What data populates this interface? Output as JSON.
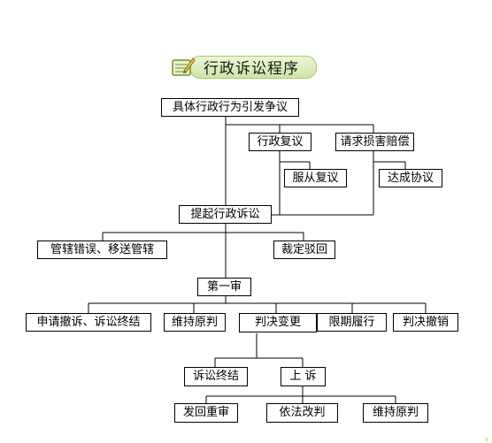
{
  "title": "行政诉讼程序",
  "icons": {
    "title_icon": "book-pencil-icon"
  },
  "colors": {
    "line": "#000000",
    "title_badge": "#cfe4a6",
    "title_border": "#a9c873"
  },
  "nodes": {
    "dispute": "具体行政行为引发争议",
    "admin_review": "行政复议",
    "compensation_request": "请求损害赔偿",
    "accept_review": "服从复议",
    "reach_agreement": "达成协议",
    "file_suit": "提起行政诉讼",
    "jurisdiction_error": "管辖错误、移送管辖",
    "ruling_reject": "裁定驳回",
    "first_instance": "第一审",
    "withdraw_terminate": "申请撤诉、诉讼终结",
    "uphold_first": "维持原判",
    "judgment_modify": "判决变更",
    "deadline_perform": "限期履行",
    "judgment_revoke": "判决撤销",
    "litigation_end": "诉讼终结",
    "appeal": "上 诉",
    "remand_retrial": "发回重审",
    "amend_by_law": "依法改判",
    "uphold_second": "维持原判"
  }
}
